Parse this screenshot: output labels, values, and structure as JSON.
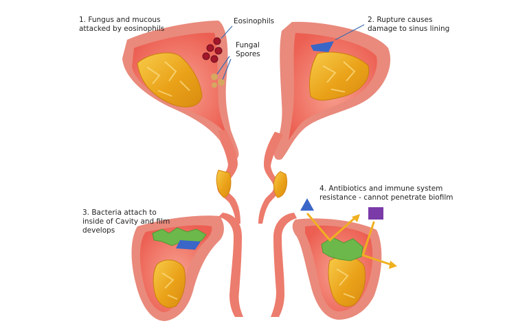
{
  "labels": {
    "step1": [
      "1. Fungus and mucous",
      "attacked by eosinophils"
    ],
    "eosinophils": "Eosinophils",
    "fungal_spores": [
      "Fungal",
      "Spores"
    ],
    "step2": [
      "2. Rupture causes",
      "damage to sinus lining"
    ],
    "step3": [
      "3. Bacteria attach to",
      "inside of Cavity and film",
      "develops"
    ],
    "step4": [
      "4. Antibiotics and immune system",
      "resistance - cannot penetrate biofilm"
    ]
  },
  "colors": {
    "tissue_outer": "#e8857a",
    "tissue_inner": "#f26a5c",
    "tissue_light": "#f6a294",
    "fungus": "#f0b020",
    "eosinophil": "#a3172b",
    "spore": "#d6a860",
    "annotation_line": "#3b6bb0",
    "biofilm": "#6cb84a",
    "lining_damage": "#3a66c8",
    "antibiotic_triangle": "#3a66c8",
    "antibiotic_square": "#7a3aa8",
    "arrow": "#f0b020"
  }
}
